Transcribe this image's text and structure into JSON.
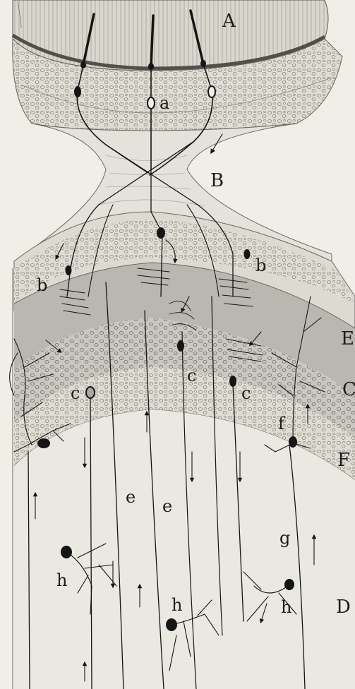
{
  "figure": {
    "labels": {
      "A": "A",
      "a": "a",
      "B": "B",
      "b_left": "b",
      "b_right": "b",
      "E": "E",
      "C_right": "C",
      "c_left": "c",
      "c_mid": "c",
      "c_right": "c",
      "f": "f",
      "F": "F",
      "e_left": "e",
      "e_right": "e",
      "g": "g",
      "D": "D",
      "h_left": "h",
      "h_mid": "h",
      "h_right": "h"
    },
    "colors": {
      "paper": "#efeee7",
      "ink": "#151515",
      "layer_light": "#e2e0d8",
      "layer_mid": "#c9c7bf",
      "layer_dark": "#a9a7a0",
      "cell_outline": "#7d7b75"
    }
  }
}
